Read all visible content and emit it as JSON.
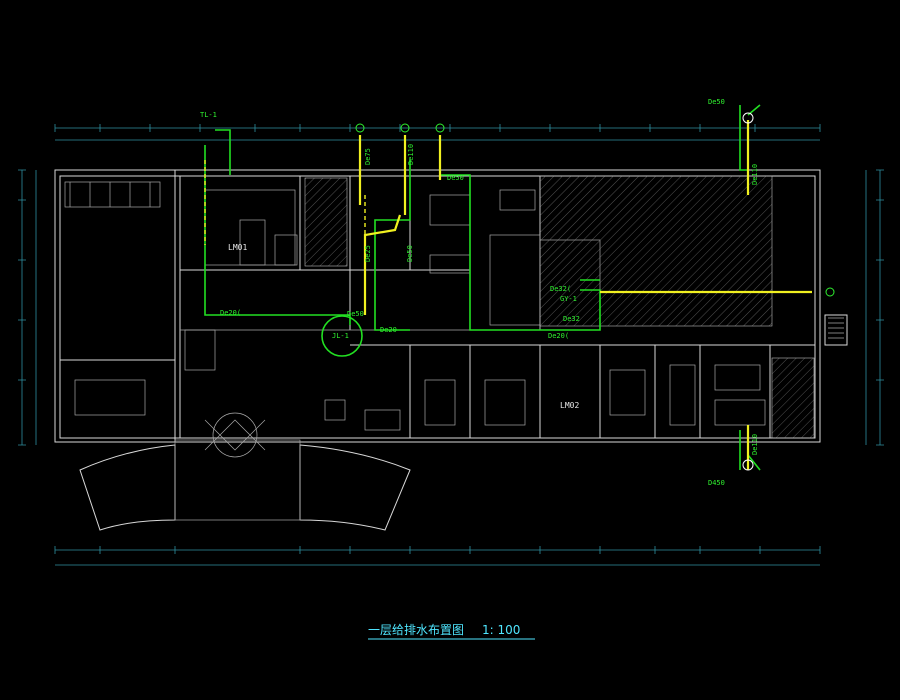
{
  "drawing": {
    "title": "一层给排水布置图",
    "scale": "1: 100"
  },
  "colors": {
    "background": "#000000",
    "wall": "#d8d8d8",
    "water_pipe": "#22e022",
    "drain_pipe": "#f0f020",
    "dimension": "#2f8fa0",
    "title": "#4fe6ff"
  },
  "pipe_labels": {
    "top_tag": "TL-1",
    "de20_main": "De20(",
    "de25_a": "De25",
    "de110_a": "De110",
    "de50_a": "De50",
    "de50_b": "De50",
    "de50_c": "De50",
    "de20_b": "De20",
    "de20_c": "De20(",
    "de32_a": "De32(",
    "de32_b": "De32",
    "de50_top": "De50",
    "de110_top": "De110",
    "de110_bottom": "De110",
    "d450": "D450",
    "de75": "De75",
    "riser_jl": "JL-1",
    "riser_gy": "GY-1"
  },
  "room_labels": {
    "lm01": "LM01",
    "lm02": "LM02"
  }
}
